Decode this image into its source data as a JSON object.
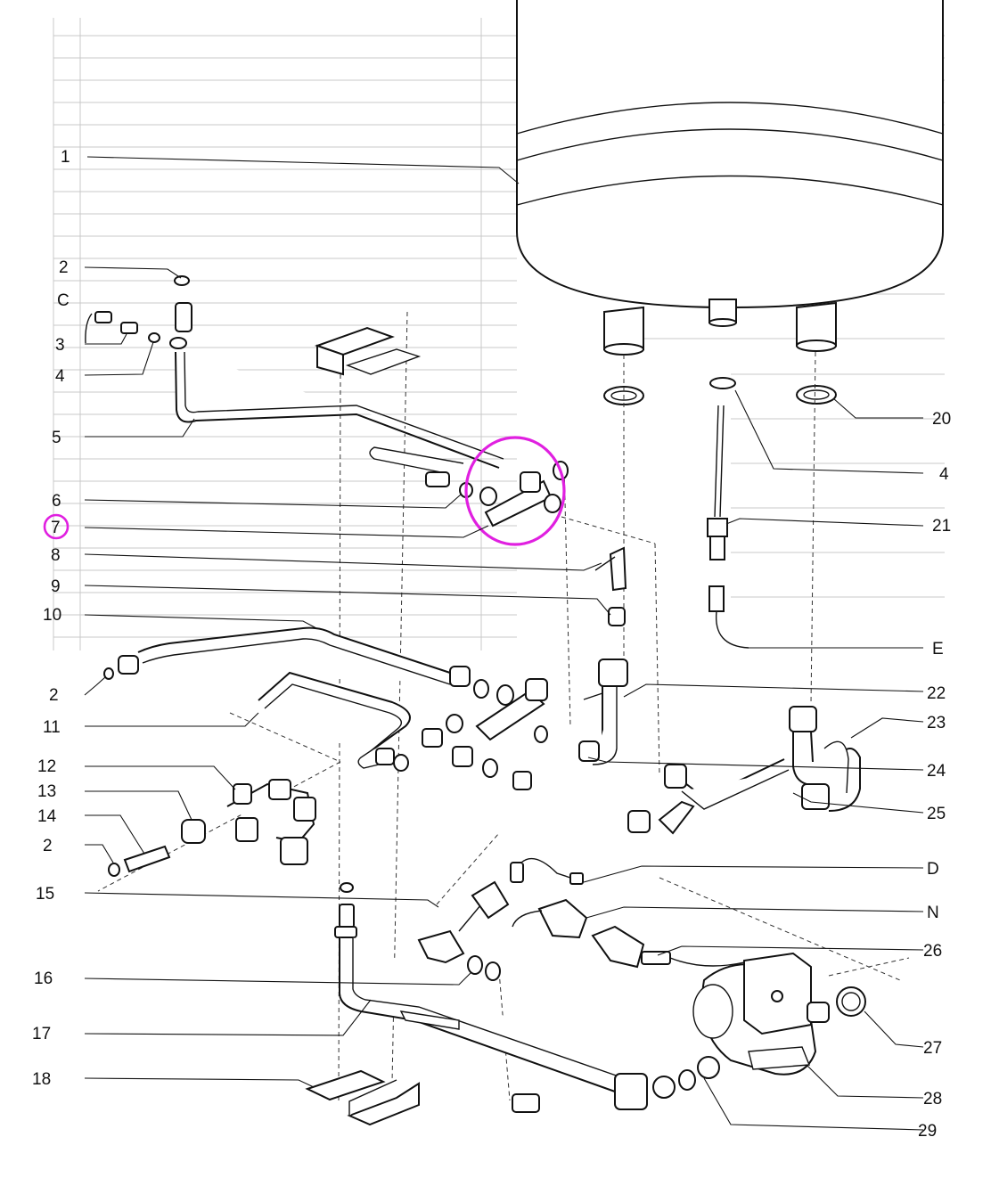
{
  "diagram": {
    "highlight_color": "#e020e0",
    "line_color": "#111111",
    "highlighted_label": "7",
    "labels": {
      "left": [
        "1",
        "2",
        "C",
        "3",
        "4",
        "5",
        "6",
        "7",
        "8",
        "9",
        "10",
        "2",
        "11",
        "12",
        "13",
        "14",
        "2",
        "15",
        "16",
        "17",
        "18"
      ],
      "right": [
        "20",
        "4",
        "21",
        "E",
        "22",
        "23",
        "24",
        "25",
        "D",
        "N",
        "26",
        "27",
        "28",
        "29"
      ]
    }
  }
}
